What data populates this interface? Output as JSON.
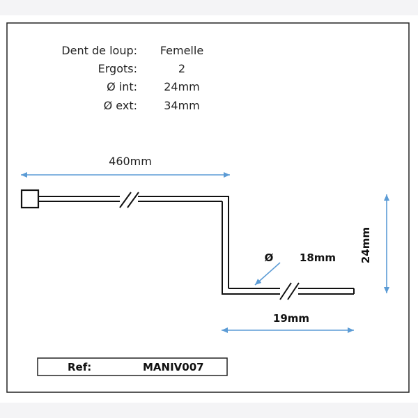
{
  "specs": [
    {
      "label": "Dent de loup:",
      "value": "Femelle"
    },
    {
      "label": "Ergots:",
      "value": "2"
    },
    {
      "label": "Ø int:",
      "value": "24mm"
    },
    {
      "label": "Ø ext:",
      "value": "34mm"
    }
  ],
  "dimensions": {
    "length": "460mm",
    "shaft_diameter_symbol": "Ø",
    "shaft_diameter": "18mm",
    "offset": "24mm",
    "tip_length": "19mm"
  },
  "reference": {
    "label": "Ref:",
    "value": "MANIV007"
  },
  "colors": {
    "arrow": "#5b9bd5",
    "line": "#111111",
    "frame": "#222222",
    "background": "#ffffff"
  }
}
